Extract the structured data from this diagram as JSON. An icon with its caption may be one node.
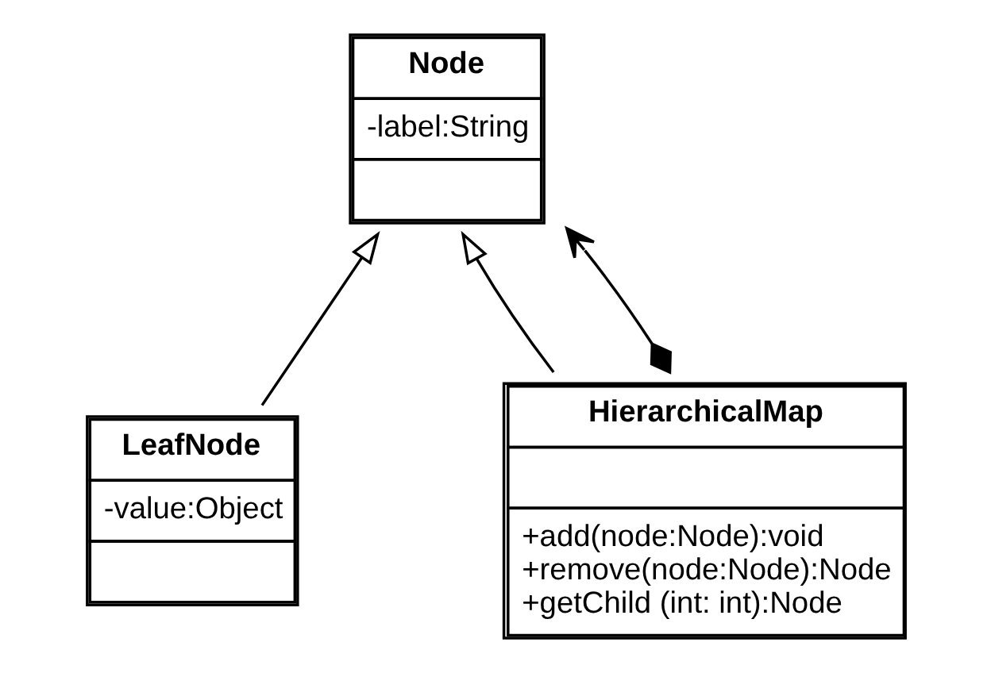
{
  "diagram": {
    "nodes": [
      {
        "text": [
          "Node",
          "-label:String"
        ]
      },
      {
        "text": [
          "LeafNode",
          "-value:Object"
        ]
      },
      {
        "text": [
          "HierarchicalMap",
          "+add(node:Node):void",
          "+remove(node:Node):Node",
          "+getChild (int: int):Node"
        ]
      }
    ],
    "edges": [
      {
        "from": 1,
        "to": 0,
        "arrow": "to"
      },
      {
        "from": 2,
        "to": 0,
        "arrow": "to"
      },
      {
        "from": 2,
        "to": 0,
        "arrow": "to"
      }
    ]
  }
}
